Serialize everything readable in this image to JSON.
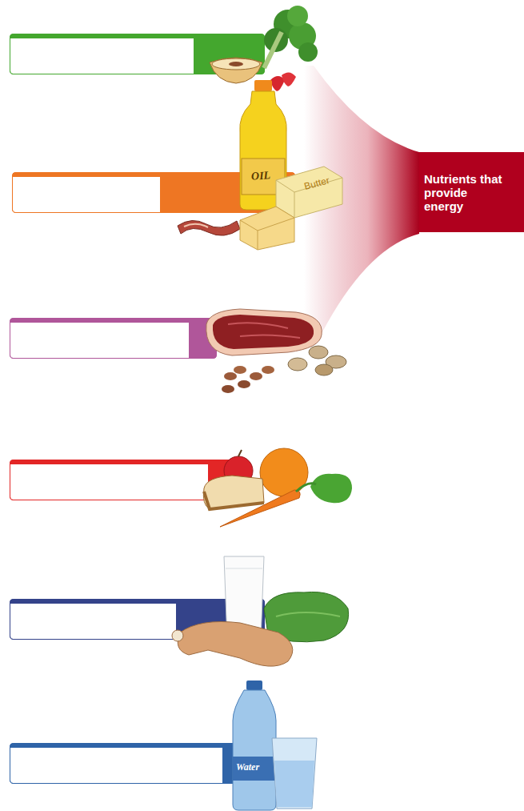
{
  "diagram": {
    "nodes": [
      {
        "text": [
          "Nutrients that provide energy"
        ]
      }
    ],
    "labels": [
      "OIL",
      "Butter",
      "Water"
    ]
  }
}
